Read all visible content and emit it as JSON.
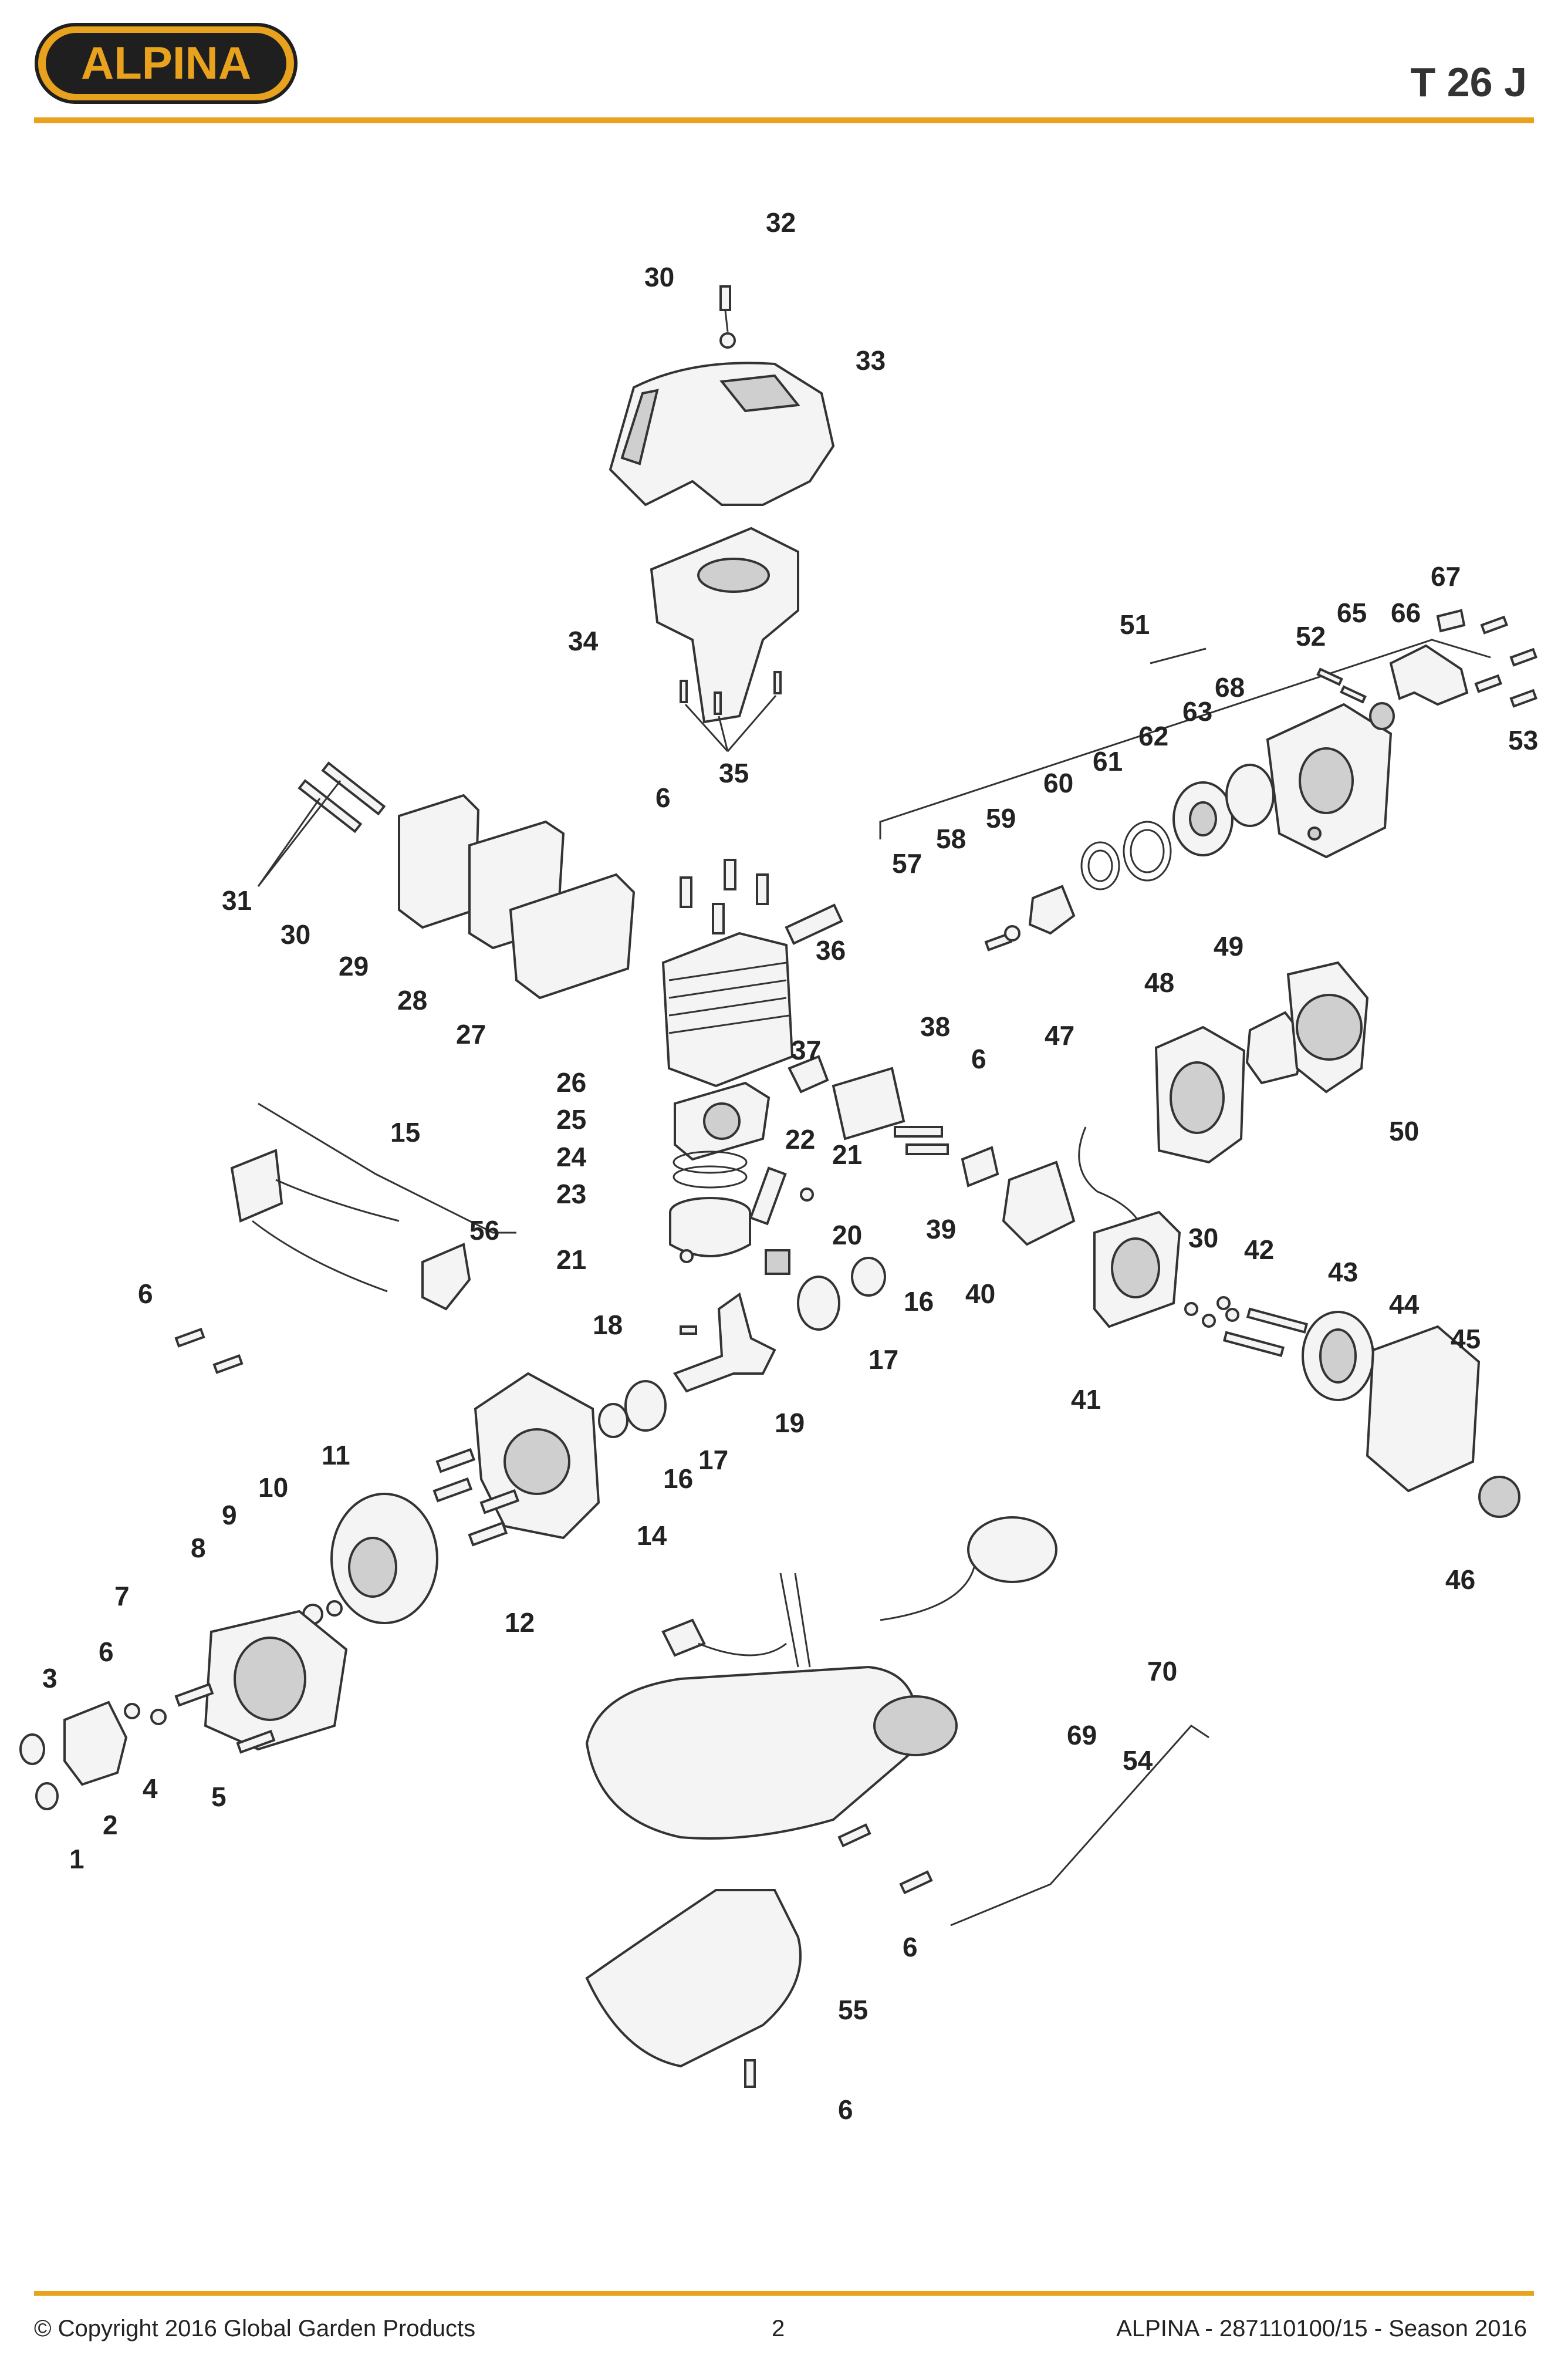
{
  "header": {
    "brand": "ALPINA",
    "model": "T 26 J",
    "brand_color": "#1f1f1f",
    "logo_fill": "#e8a21e",
    "accent": "#e8a21e"
  },
  "footer": {
    "copyright": "© Copyright 2016 Global Garden Products",
    "page": "2",
    "reference": "ALPINA - 287110100/15 - Season 2016"
  },
  "callouts": {
    "c1": "1",
    "c2": "2",
    "c3": "3",
    "c4": "4",
    "c5": "5",
    "c6a": "6",
    "c6b": "6",
    "c6c": "6",
    "c6d": "6",
    "c6e": "6",
    "c6f": "6",
    "c7": "7",
    "c8": "8",
    "c9": "9",
    "c10": "10",
    "c11": "11",
    "c12": "12",
    "c14": "14",
    "c15": "15",
    "c16a": "16",
    "c16b": "16",
    "c17a": "17",
    "c17b": "17",
    "c18": "18",
    "c19": "19",
    "c20": "20",
    "c21a": "21",
    "c21b": "21",
    "c22": "22",
    "c23": "23",
    "c24": "24",
    "c25": "25",
    "c26": "26",
    "c27": "27",
    "c28": "28",
    "c29": "29",
    "c30a": "30",
    "c30b": "30",
    "c30c": "30",
    "c31": "31",
    "c32": "32",
    "c33": "33",
    "c34": "34",
    "c35": "35",
    "c36": "36",
    "c37": "37",
    "c38": "38",
    "c39": "39",
    "c40": "40",
    "c41": "41",
    "c42": "42",
    "c43": "43",
    "c44": "44",
    "c45": "45",
    "c46": "46",
    "c47": "47",
    "c48": "48",
    "c49": "49",
    "c50": "50",
    "c51": "51",
    "c52": "52",
    "c53": "53",
    "c54": "54",
    "c55": "55",
    "c56": "56",
    "c57": "57",
    "c58": "58",
    "c59": "59",
    "c60": "60",
    "c61": "61",
    "c62": "62",
    "c63": "63",
    "c65": "65",
    "c66": "66",
    "c67": "67",
    "c68": "68",
    "c69": "69",
    "c70": "70"
  }
}
